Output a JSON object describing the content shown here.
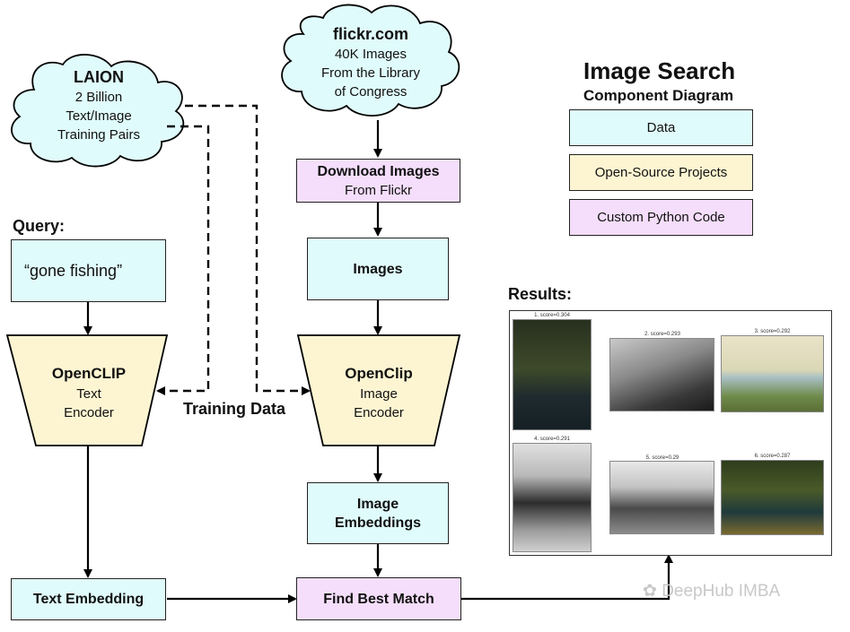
{
  "legend": {
    "title": "Image Search",
    "subtitle": "Component Diagram",
    "items": [
      {
        "label": "Data",
        "color": "#e0fbfb"
      },
      {
        "label": "Open-Source Projects",
        "color": "#fdf5d2"
      },
      {
        "label": "Custom Python Code",
        "color": "#f5defb"
      }
    ]
  },
  "clouds": {
    "laion": {
      "title": "LAION",
      "lines": [
        "2 Billion",
        "Text/Image",
        "Training Pairs"
      ]
    },
    "flickr": {
      "title": "flickr.com",
      "lines": [
        "40K Images",
        "From the Library",
        "of Congress"
      ]
    }
  },
  "nodes": {
    "download": {
      "title": "Download Images",
      "sub": "From Flickr"
    },
    "images": "Images",
    "query_label": "Query:",
    "query_text": "“gone fishing”",
    "text_encoder": {
      "title": "OpenCLIP",
      "lines": [
        "Text",
        "Encoder"
      ]
    },
    "image_encoder": {
      "title": "OpenClip",
      "lines": [
        "Image",
        "Encoder"
      ]
    },
    "training_data": "Training Data",
    "image_embeddings": [
      "Image",
      "Embeddings"
    ],
    "text_embedding": "Text Embedding",
    "find_best_match": "Find Best Match"
  },
  "results": {
    "label": "Results:",
    "captions": [
      "1. score=0.304",
      "2. score=0.293",
      "3. score=0.292",
      "4. score=0.291",
      "5. score=0.29",
      "6. score=0.287"
    ]
  },
  "watermark": "DeepHub IMBA"
}
